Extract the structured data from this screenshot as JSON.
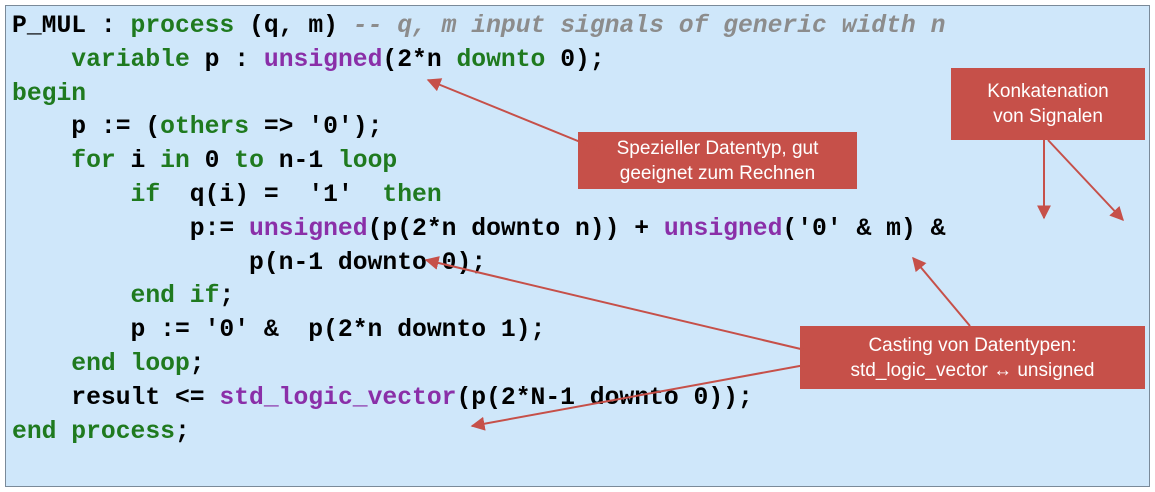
{
  "code": {
    "lines": [
      [
        {
          "t": "P_MUL : ",
          "c": ""
        },
        {
          "t": "process",
          "c": "kw"
        },
        {
          "t": " (q, m) ",
          "c": ""
        },
        {
          "t": "-- q, m input signals of generic width n",
          "c": "cm"
        }
      ],
      [
        {
          "t": "    ",
          "c": ""
        },
        {
          "t": "variable",
          "c": "kw"
        },
        {
          "t": " p : ",
          "c": ""
        },
        {
          "t": "unsigned",
          "c": "ty"
        },
        {
          "t": "(2*n ",
          "c": ""
        },
        {
          "t": "downto",
          "c": "kw"
        },
        {
          "t": " 0);",
          "c": ""
        }
      ],
      [
        {
          "t": "begin",
          "c": "kw"
        }
      ],
      [
        {
          "t": "    p := (",
          "c": ""
        },
        {
          "t": "others",
          "c": "kw"
        },
        {
          "t": " => '0');",
          "c": ""
        }
      ],
      [
        {
          "t": "    ",
          "c": ""
        },
        {
          "t": "for",
          "c": "kw"
        },
        {
          "t": " i ",
          "c": ""
        },
        {
          "t": "in",
          "c": "kw"
        },
        {
          "t": " 0 ",
          "c": ""
        },
        {
          "t": "to",
          "c": "kw"
        },
        {
          "t": " n-1 ",
          "c": ""
        },
        {
          "t": "loop",
          "c": "kw"
        }
      ],
      [
        {
          "t": "        ",
          "c": ""
        },
        {
          "t": "if",
          "c": "kw"
        },
        {
          "t": "  q(i) =  '1'  ",
          "c": ""
        },
        {
          "t": "then",
          "c": "kw"
        }
      ],
      [
        {
          "t": "            p:= ",
          "c": ""
        },
        {
          "t": "unsigned",
          "c": "ty"
        },
        {
          "t": "(p(2*n downto n)) + ",
          "c": ""
        },
        {
          "t": "unsigned",
          "c": "ty"
        },
        {
          "t": "('0' & m) &",
          "c": ""
        }
      ],
      [
        {
          "t": "                p(n-1 downto 0);",
          "c": ""
        }
      ],
      [
        {
          "t": "        ",
          "c": ""
        },
        {
          "t": "end if",
          "c": "kw"
        },
        {
          "t": ";",
          "c": ""
        }
      ],
      [
        {
          "t": "        p := '0' &  p(2*n downto 1);",
          "c": ""
        }
      ],
      [
        {
          "t": "    ",
          "c": ""
        },
        {
          "t": "end loop",
          "c": "kw"
        },
        {
          "t": ";",
          "c": ""
        }
      ],
      [
        {
          "t": "    result <= ",
          "c": ""
        },
        {
          "t": "std_logic_vector",
          "c": "ty"
        },
        {
          "t": "(p(2*N-1 downto 0));",
          "c": ""
        }
      ],
      [
        {
          "t": "end process",
          "c": "kw"
        },
        {
          "t": ";",
          "c": ""
        }
      ]
    ]
  },
  "callouts": {
    "datatype": {
      "line1": "Spezieller Datentyp, gut",
      "line2": "geeignet zum Rechnen"
    },
    "concat": {
      "line1": "Konkatenation",
      "line2": "von Signalen"
    },
    "casting": {
      "line1": "Casting von Datentypen:",
      "line2": "std_logic_vector ↔ unsigned"
    }
  },
  "colors": {
    "background": "#cfe7fa",
    "keyword": "#1f7a1f",
    "type": "#8a2fa8",
    "comment": "#8c8c8c",
    "callout": "#c65049",
    "arrow": "#c65049"
  }
}
